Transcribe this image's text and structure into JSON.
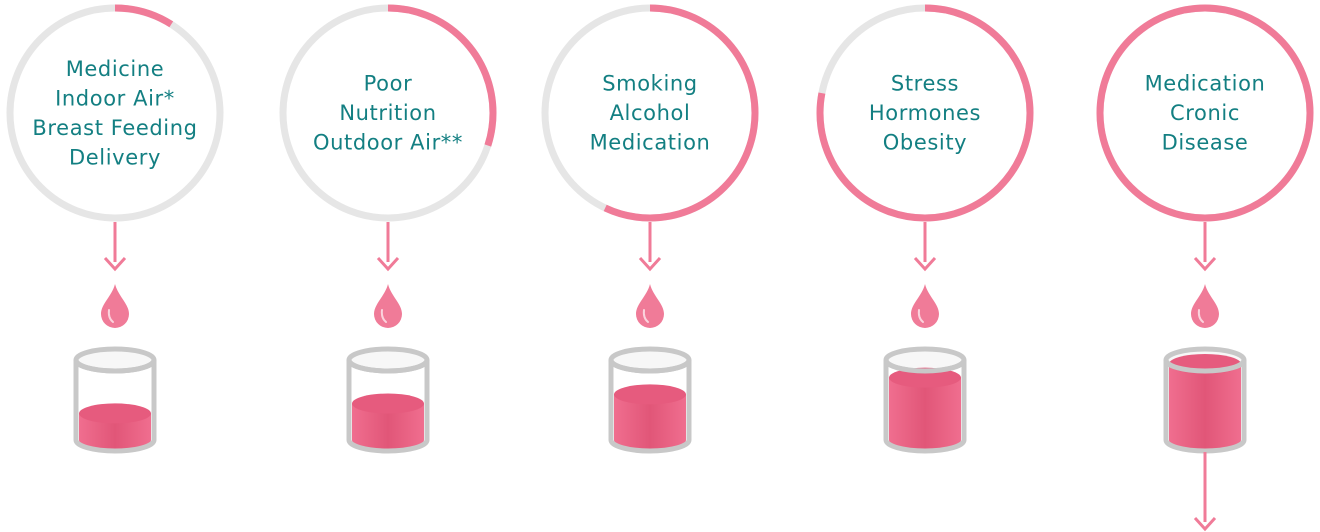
{
  "colors": {
    "accent": "#f07b98",
    "ring_track": "#e6e6e6",
    "text": "#137f82",
    "liquid": "#e65b7e",
    "glass": "#c8c8c8"
  },
  "stages": [
    {
      "label_lines": [
        "Medicine",
        "Indoor Air*",
        "Breast Feeding",
        "Delivery"
      ],
      "progress": 0.09,
      "fill_level": 0.35
    },
    {
      "label_lines": [
        "Poor",
        "Nutrition",
        "Outdoor Air**"
      ],
      "progress": 0.3,
      "fill_level": 0.48
    },
    {
      "label_lines": [
        "Smoking",
        "Alcohol",
        "Medication"
      ],
      "progress": 0.57,
      "fill_level": 0.6
    },
    {
      "label_lines": [
        "Stress",
        "Hormones",
        "Obesity"
      ],
      "progress": 0.78,
      "fill_level": 0.82
    },
    {
      "label_lines": [
        "Medication",
        "Cronic",
        "Disease"
      ],
      "progress": 1.0,
      "fill_level": 1.0
    }
  ]
}
